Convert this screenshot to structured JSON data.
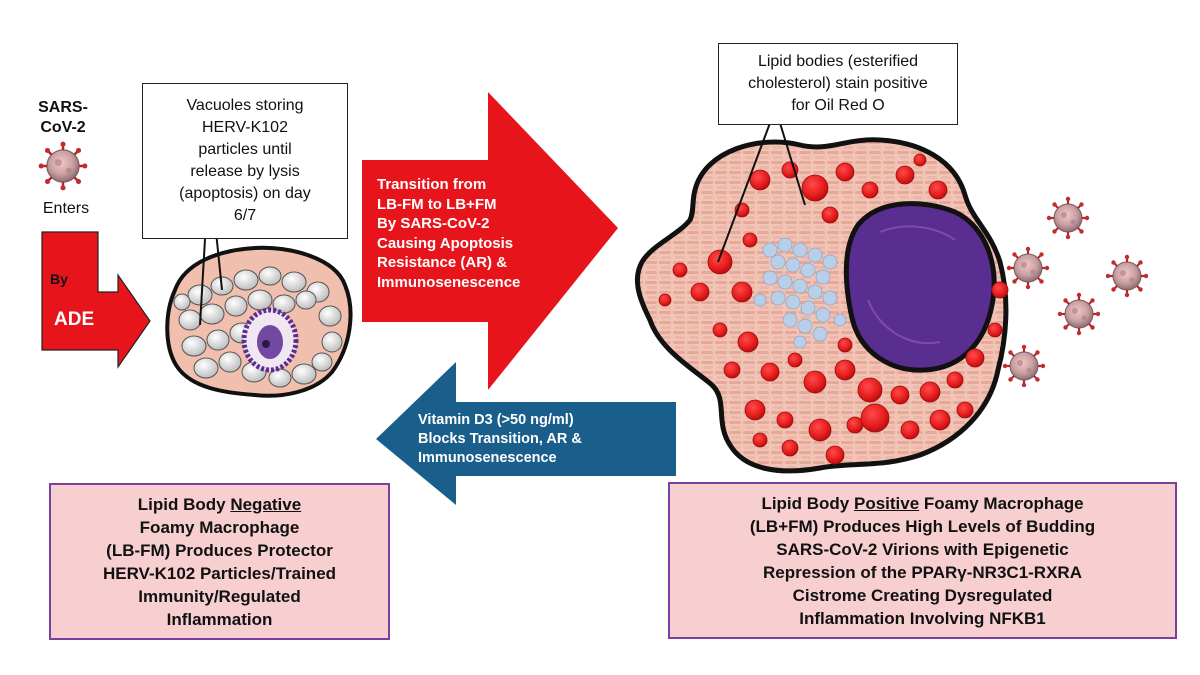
{
  "virus_label": [
    "SARS-",
    "CoV-2"
  ],
  "enters_label": "Enters",
  "by_label": "By",
  "ade_label": "ADE",
  "vacuoles_box": [
    "Vacuoles storing",
    "HERV-K102",
    "particles until",
    "release by lysis",
    "(apoptosis) on day",
    "6/7"
  ],
  "lipid_bodies_box": [
    "Lipid bodies (esterified",
    "cholesterol) stain positive",
    "for Oil Red O"
  ],
  "transition_arrow": [
    "Transition from",
    "LB-FM to LB+FM",
    "By SARS-CoV-2",
    "Causing Apoptosis",
    "Resistance (AR) &",
    "Immunosenescence"
  ],
  "vitamin_arrow": [
    "Vitamin D3 (>50 ng/ml)",
    "Blocks Transition, AR &",
    "Immunosenescence"
  ],
  "negative_box": {
    "line1_pre": "Lipid Body ",
    "line1_emph": "Negative",
    "lines": [
      "Foamy Macrophage",
      "(LB-FM) Produces Protector",
      "HERV-K102 Particles/Trained",
      "Immunity/Regulated",
      "Inflammation"
    ]
  },
  "positive_box": {
    "line1_pre": "Lipid Body ",
    "line1_emph": "Positive",
    "line1_post": " Foamy Macrophage",
    "lines": [
      "(LB+FM) Produces High Levels of Budding",
      "SARS-CoV-2 Virions with Epigenetic",
      "Repression of the PPARγ-NR3C1-RXRA",
      "Cistrome Creating Dysregulated",
      "Inflammation Involving NFKB1"
    ]
  },
  "colors": {
    "red_arrow": "#e8141b",
    "blue_arrow": "#1a5f8c",
    "pink_box": "#f8cfd0",
    "purple_border": "#7b3fa0",
    "nucleus": "#5a2d91"
  }
}
